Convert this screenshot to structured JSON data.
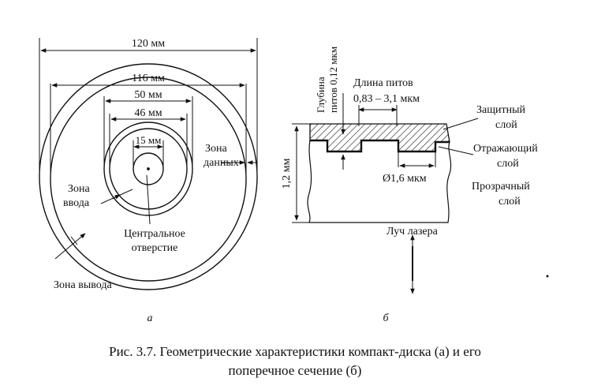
{
  "disc": {
    "dim_120": "120 мм",
    "dim_116": "116 мм",
    "dim_50": "50 мм",
    "dim_46": "46 мм",
    "dim_15": "15 мм",
    "zone_data_1": "Зона",
    "zone_data_2": "данных",
    "zone_in_1": "Зона",
    "zone_in_2": "ввода",
    "center_1": "Центральное",
    "center_2": "отверстие",
    "zone_out": "Зона вывода",
    "label": "а"
  },
  "section": {
    "depth_1": "Глубина",
    "depth_2": "питов 0,12 мкм",
    "length_1": "Длина питов",
    "length_2": "0,83 – 3,1 мкм",
    "protective_1": "Защитный",
    "protective_2": "слой",
    "reflective_1": "Отражающий",
    "reflective_2": "слой",
    "diameter": "Ø1,6 мкм",
    "transparent_1": "Прозрачный",
    "transparent_2": "слой",
    "thickness": "1,2 мм",
    "laser": "Луч лазера",
    "label": "б"
  },
  "caption": {
    "line1": "Рис. 3.7. Геометрические характеристики компакт-диска (а) и его",
    "line2": "поперечное сечение (б)"
  }
}
